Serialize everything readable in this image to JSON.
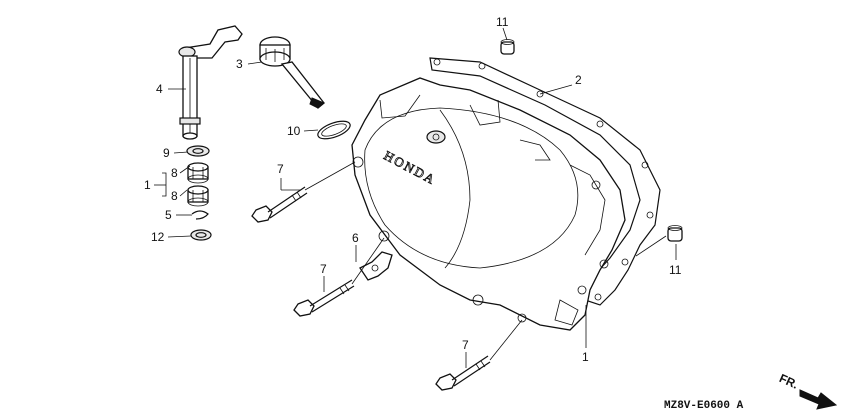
{
  "diagram": {
    "callouts": {
      "c1a": "1",
      "c1b": "1",
      "c2": "2",
      "c3": "3",
      "c4": "4",
      "c5": "5",
      "c6": "6",
      "c7a": "7",
      "c7b": "7",
      "c7c": "7",
      "c8a": "8",
      "c8b": "8",
      "c9": "9",
      "c10": "10",
      "c11a": "11",
      "c11b": "11",
      "c12": "12"
    },
    "cover_brand": "HONDA",
    "diagram_code": "MZ8V-E0600 A",
    "direction_label": "FR."
  }
}
